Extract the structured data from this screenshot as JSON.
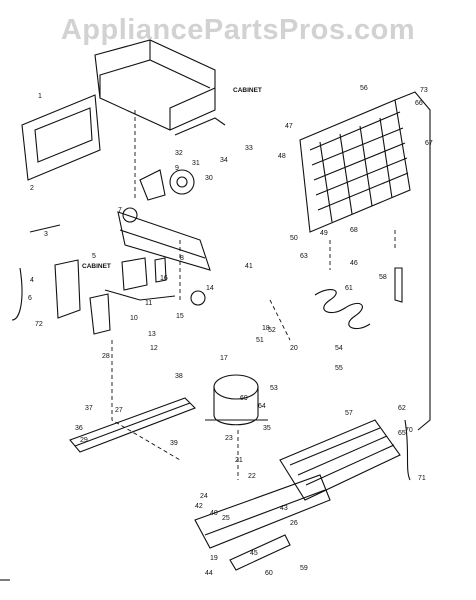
{
  "watermark": "AppliancePartsPros.com",
  "labels": {
    "cabinet_top": "CABINET",
    "cabinet_left": "CABINET"
  },
  "part_numbers": [
    "1",
    "2",
    "3",
    "4",
    "5",
    "6",
    "7",
    "8",
    "9",
    "10",
    "11",
    "12",
    "13",
    "14",
    "15",
    "16",
    "17",
    "18",
    "19",
    "20",
    "21",
    "22",
    "23",
    "24",
    "25",
    "26",
    "27",
    "28",
    "29",
    "30",
    "31",
    "32",
    "33",
    "34",
    "35",
    "36",
    "37",
    "38",
    "39",
    "40",
    "41",
    "42",
    "43",
    "44",
    "45",
    "46",
    "47",
    "48",
    "49",
    "50",
    "51",
    "52",
    "53",
    "54",
    "55",
    "56",
    "57",
    "58",
    "59",
    "60",
    "61",
    "62",
    "63",
    "64",
    "65",
    "66",
    "67",
    "68",
    "69",
    "70",
    "71",
    "72",
    "73"
  ]
}
